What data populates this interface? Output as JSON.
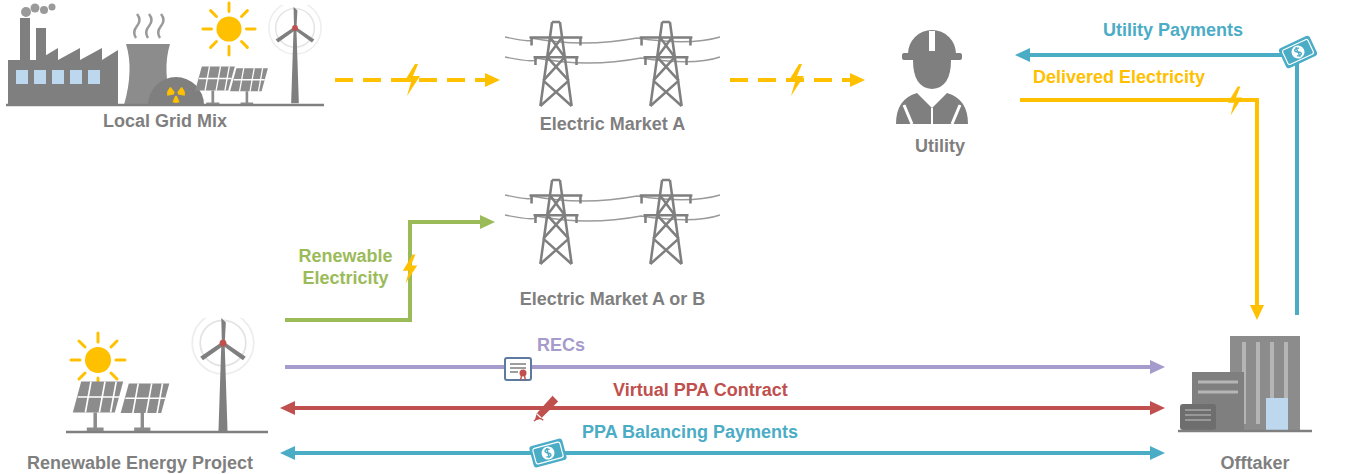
{
  "diagram": {
    "nodes": [
      {
        "text": [
          "Local Grid Mix"
        ]
      },
      {
        "text": [
          "Electric Market A"
        ]
      },
      {
        "text": [
          "Utility"
        ]
      },
      {
        "text": [
          "Electric Market A or B"
        ]
      },
      {
        "text": [
          "Renewable Energy Project"
        ]
      },
      {
        "text": [
          "Offtaker"
        ]
      }
    ],
    "edges": [
      {
        "from": 0,
        "to": 1,
        "arrow": "to"
      },
      {
        "from": 1,
        "to": 2,
        "arrow": "to"
      },
      {
        "from": 5,
        "to": 2,
        "label": "Utility Payments",
        "arrow": "to"
      },
      {
        "from": 2,
        "to": 5,
        "label": "Delivered Electricity",
        "arrow": "to"
      },
      {
        "from": 4,
        "to": 3,
        "label": "Renewable Electricity",
        "arrow": "to"
      },
      {
        "from": 4,
        "to": 5,
        "label": "RECs",
        "arrow": "to"
      },
      {
        "from": 4,
        "to": 5,
        "label": "Virtual PPA Contract",
        "arrow": "both"
      },
      {
        "from": 4,
        "to": 5,
        "label": "PPA Balancing Payments",
        "arrow": "both"
      }
    ]
  }
}
